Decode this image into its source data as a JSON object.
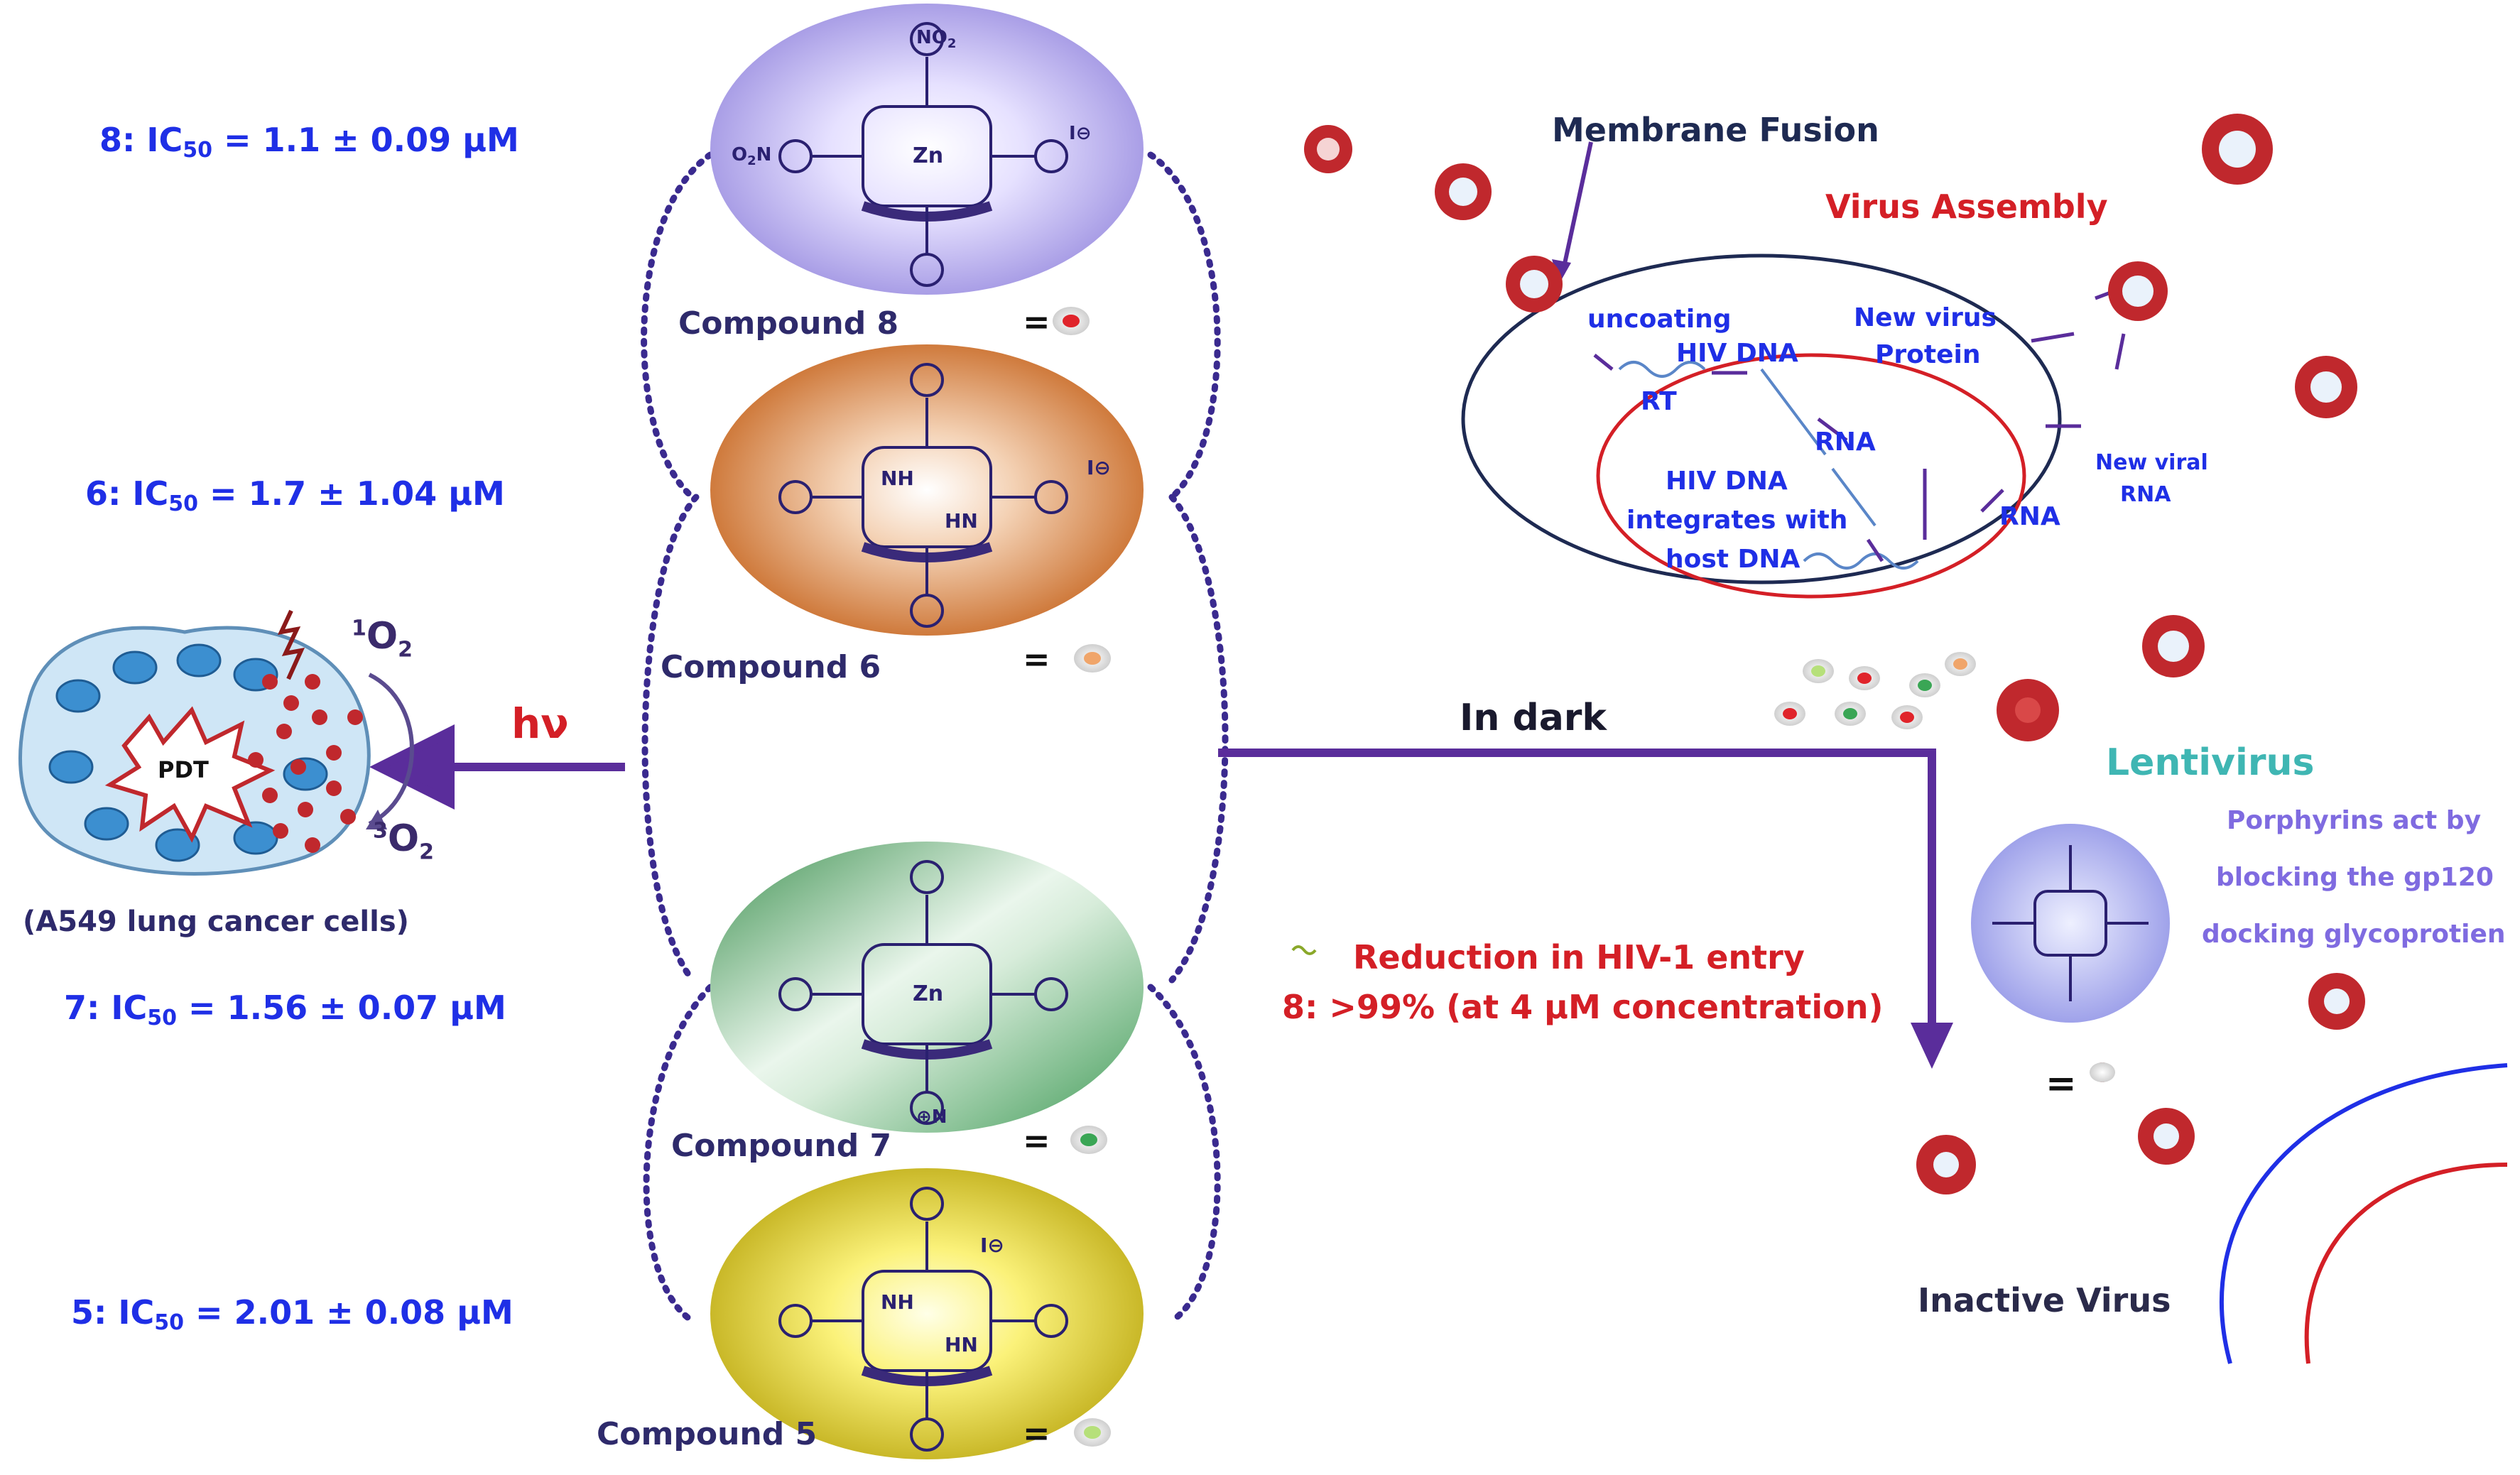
{
  "colors": {
    "purple_line": "#5b2d9b",
    "dotted": "#3a2a8f",
    "ic50_blue": "#1f2fe6",
    "virus_red": "#c0282d",
    "dna_blue": "#5a86c8",
    "cell_blue": "#a9d3ee",
    "ellipse_8": "#b9b0ee",
    "ellipse_6": "#d98b52",
    "ellipse_7": "#5fae6a",
    "ellipse_5": "#e9d640"
  },
  "ic50": [
    {
      "id": "8",
      "prefix": "8: IC",
      "sub": "50",
      "value": " = 1.1 ± 0.09 μM"
    },
    {
      "id": "6",
      "prefix": "6: IC",
      "sub": "50",
      "value": " = 1.7 ± 1.04 μM"
    },
    {
      "id": "7",
      "prefix": "7: IC",
      "sub": "50",
      "value": " = 1.56 ± 0.07 μM"
    },
    {
      "id": "5",
      "prefix": "5: IC",
      "sub": "50",
      "value": " = 2.01 ± 0.08 μM"
    }
  ],
  "compounds": [
    {
      "label": "Compound 8",
      "eq": "=",
      "dot_color": "#e0242b",
      "metal": "Zn"
    },
    {
      "label": "Compound 6",
      "eq": "=",
      "dot_color": "#f0a56a"
    },
    {
      "label": "Compound 7",
      "eq": "=",
      "dot_color": "#3aa655",
      "metal": "Zn"
    },
    {
      "label": "Compound 5",
      "eq": "=",
      "dot_color": "#b6e07a"
    }
  ],
  "chem": {
    "no2": "NO",
    "no2_sub": "2",
    "o2n": "O",
    "o2n_sub": "2",
    "o2n_tail": "N",
    "nh": "NH",
    "hn": "HN",
    "n": "N",
    "i": "I",
    "minus": "⊖",
    "plus": "⊕"
  },
  "pdt": {
    "label": "PDT",
    "caption": "(A549 lung cancer cells)",
    "hv": "hν",
    "singlet_sup": "1",
    "singlet": "O",
    "singlet_sub": "2",
    "triplet_sup": "3",
    "triplet": "O",
    "triplet_sub": "2"
  },
  "lifecycle": {
    "membrane_fusion": "Membrane Fusion",
    "virus_assembly": "Virus Assembly",
    "uncoating": "uncoating",
    "hiv_dna": "HIV DNA",
    "rt": "RT",
    "new_virus_protein_1": "New virus",
    "new_virus_protein_2": "Protein",
    "rna_1": "RNA",
    "rna_2": "RNA",
    "new_viral_rna_1": "New viral",
    "new_viral_rna_2": "RNA",
    "integrates_1": "HIV DNA",
    "integrates_2": "integrates with",
    "integrates_3": "host DNA"
  },
  "dark": {
    "in_dark": "In dark",
    "lentivirus": "Lentivirus",
    "reduction_1": "Reduction in HIV-1 entry",
    "reduction_2": "8: >99% (at 4 μM concentration)",
    "blocking_1": "Porphyrins act by",
    "blocking_2": "blocking the gp120",
    "blocking_3": "docking glycoprotien",
    "eq": "=",
    "inactive": "Inactive Virus"
  }
}
